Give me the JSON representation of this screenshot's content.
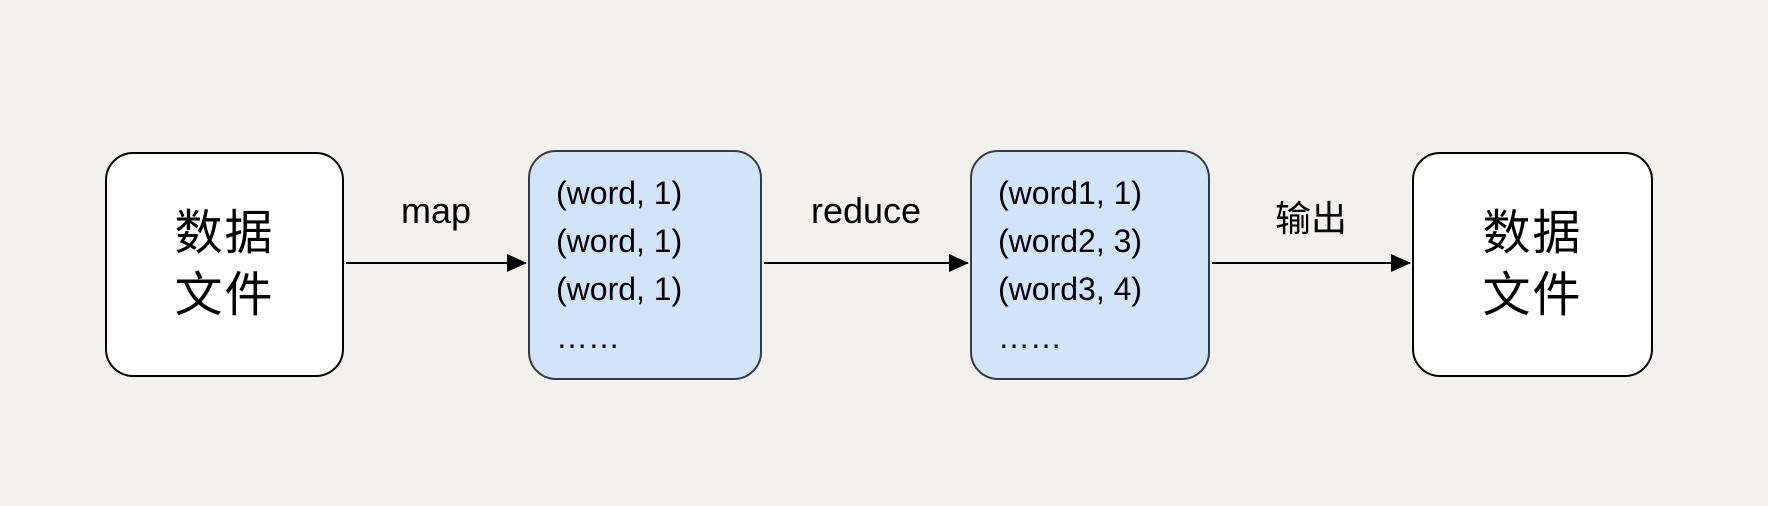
{
  "colors": {
    "background": "#f3f1ec",
    "file_node_fill": "#ffffff",
    "file_node_border": "#000000",
    "kv_node_fill": "#d2e4fa",
    "kv_node_border": "#343b46",
    "arrow": "#000000",
    "text": "#000000"
  },
  "nodes": [
    {
      "id": "input-data-file",
      "lines": [
        "数据",
        "文件"
      ]
    },
    {
      "id": "map-output",
      "lines": [
        "(word, 1)",
        "(word, 1)",
        "(word, 1)",
        "……"
      ]
    },
    {
      "id": "reduce-output",
      "lines": [
        "(word1, 1)",
        "(word2, 3)",
        "(word3, 4)",
        "……"
      ]
    },
    {
      "id": "output-data-file",
      "lines": [
        "数据",
        "文件"
      ]
    }
  ],
  "edges": [
    {
      "label": "map"
    },
    {
      "label": "reduce"
    },
    {
      "label": "输出"
    }
  ]
}
